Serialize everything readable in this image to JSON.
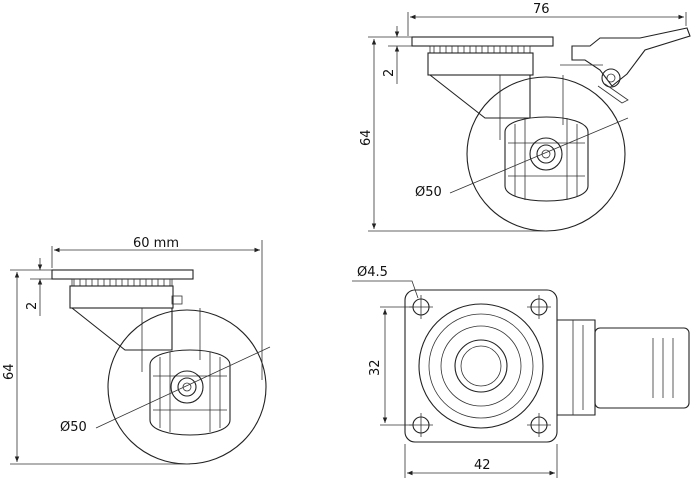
{
  "side_view": {
    "width_label": "60 mm",
    "plate_label": "2",
    "height_label": "64",
    "wheel_label": "Ø50"
  },
  "brake_view": {
    "width_label": "76",
    "plate_label": "2",
    "height_label": "64",
    "wheel_label": "Ø50"
  },
  "top_view": {
    "hole_label": "Ø4.5",
    "hole_spacing_label": "32",
    "plate_width_label": "42"
  }
}
